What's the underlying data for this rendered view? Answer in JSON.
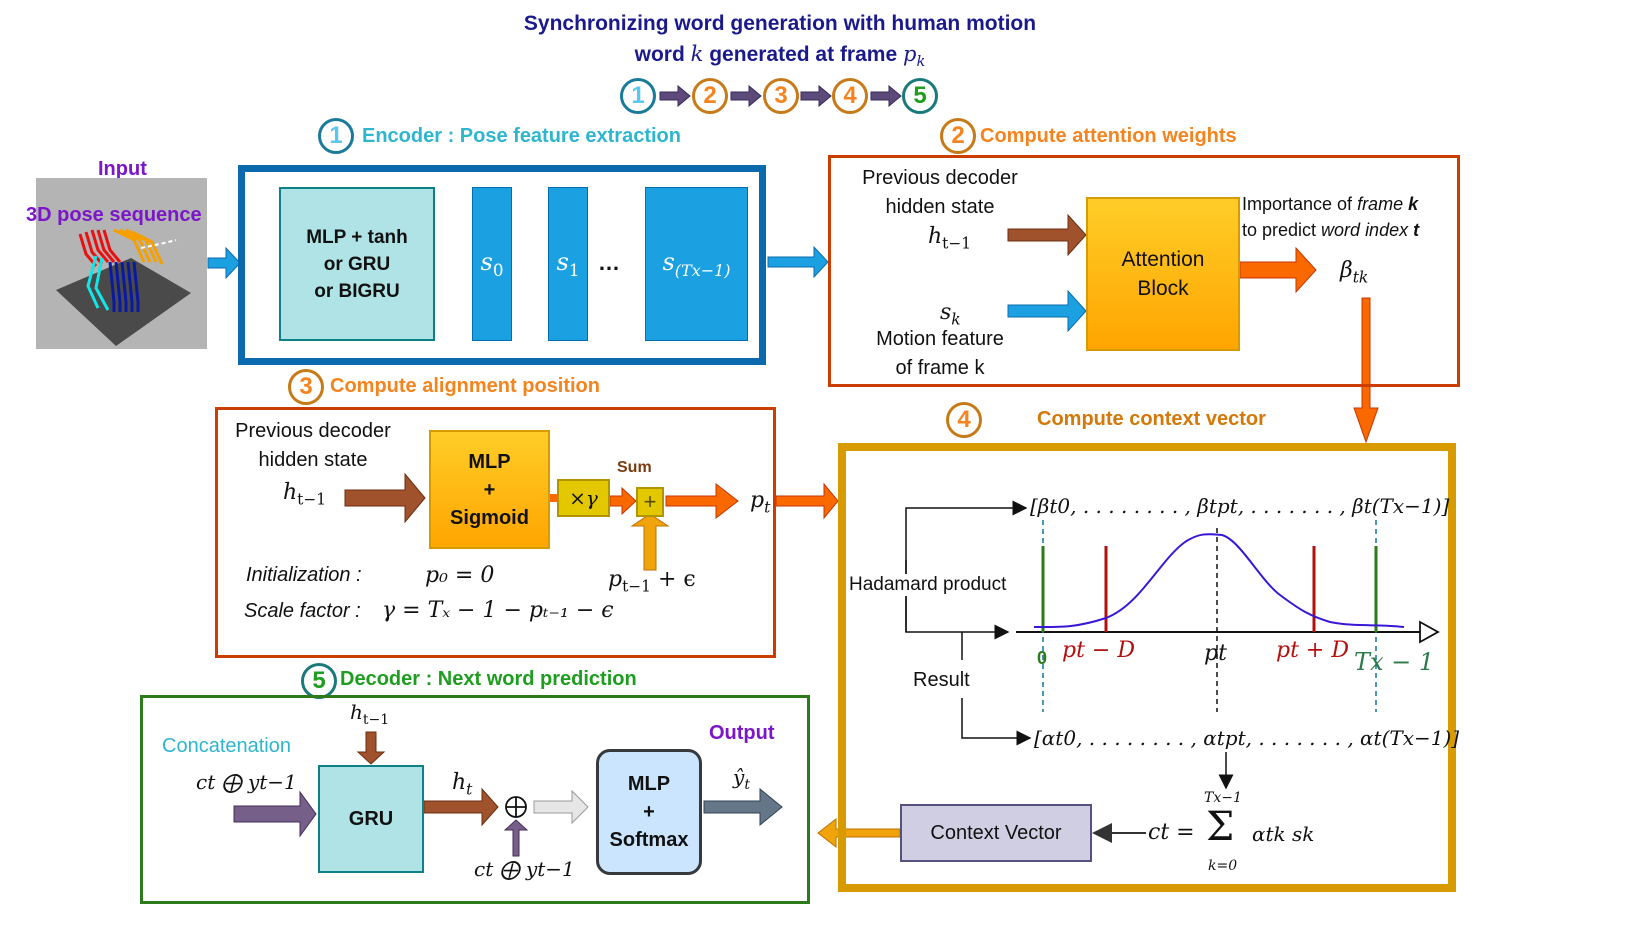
{
  "header": {
    "title_line1": "Synchronizing word generation with human motion",
    "title_line2_prefix": "word",
    "title_line2_var": "k",
    "title_line2_mid": "generated at frame",
    "title_line2_var2": "p",
    "title_line2_var2_sub": "k",
    "steps": [
      "1",
      "2",
      "3",
      "4",
      "5"
    ],
    "colors": {
      "title": "#1a1a8c",
      "arrow": "#5b4a7a"
    }
  },
  "input": {
    "label": "Input",
    "sublabel": "3D pose sequence",
    "color": "#7b16c9"
  },
  "encoder": {
    "step": "1",
    "title": "Encoder : Pose feature extraction",
    "block_lines": [
      "MLP + tanh",
      "or GRU",
      "or BIGRU"
    ],
    "features": [
      {
        "base": "s",
        "sub": "0"
      },
      {
        "base": "s",
        "sub": "1"
      },
      {
        "base": "s",
        "sub": "(Tx−1)"
      }
    ],
    "ellipsis": "…",
    "colors": {
      "frame": "#0b6aad",
      "title": "#2eb6cf",
      "block": "#b0e3e6",
      "feature": "#1ba1e2"
    }
  },
  "attention": {
    "step": "2",
    "title": "Compute attention weights",
    "prev_label": [
      "Previous decoder",
      "hidden state"
    ],
    "h_prev": "h",
    "h_prev_sub": "t−1",
    "s_k": "s",
    "s_k_sub": "k",
    "motion_label": [
      "Motion feature",
      "of frame k"
    ],
    "block_lines": [
      "Attention",
      "Block"
    ],
    "importance_line1_a": "Importance of ",
    "importance_line1_b": "frame ",
    "importance_line1_c": "k",
    "importance_line2_a": "to predict ",
    "importance_line2_b": "word index ",
    "importance_line2_c": "t",
    "beta": "β",
    "beta_sub": "tk",
    "colors": {
      "frame": "#cc3d00",
      "title": "#f5841f",
      "block": "#ffb61e"
    }
  },
  "alignment": {
    "step": "3",
    "title": "Compute alignment position",
    "prev_label": [
      "Previous decoder",
      "hidden state"
    ],
    "h_prev": "h",
    "h_prev_sub": "t−1",
    "block_lines": [
      "MLP",
      "+",
      "Sigmoid"
    ],
    "scale_box": "×γ",
    "sum_label": "Sum",
    "plus": "+",
    "p_t": "p",
    "p_t_sub": "t",
    "p_prev": "p",
    "p_prev_sub": "t−1",
    "p_prev_suffix": " + ϵ",
    "init_label": "Initialization :",
    "init_formula": "p₀ = 0",
    "scale_label": "Scale factor :",
    "scale_formula": "γ = Tₓ − 1 − pₜ₋₁ − ϵ",
    "colors": {
      "frame": "#cc3d00",
      "title": "#f5841f",
      "sum": "#7a3b10",
      "scale_box": "#e3c800"
    }
  },
  "context": {
    "step": "4",
    "title": "Compute context vector",
    "beta_vector": "[βt0, . . . . . . . . , βtpt, . . . . . . . , βt(Tx−1)]",
    "hadamard_label": "Hadamard product",
    "result_label": "Result",
    "alpha_vector": "[αt0, . . . . . . . . , αtpt, . . . . . . . , αt(Tx−1)]",
    "axis_labels": {
      "zero": "0",
      "left": "pt − D",
      "center": "pt",
      "right": "pt + D",
      "end": "Tx − 1"
    },
    "context_box": "Context Vector",
    "formula_lhs": "ct =",
    "formula_sum": "Σ",
    "formula_upper": "Tx−1",
    "formula_lower": "k=0",
    "formula_rhs": "αtk sk",
    "colors": {
      "frame": "#d79b00",
      "title": "#d4780a",
      "curve": "#3a16d6",
      "green": "#2d7a1a",
      "red": "#b30f0f",
      "context_box": "#d0cee2"
    }
  },
  "decoder": {
    "step": "5",
    "title": "Decoder : Next word prediction",
    "concat_label": "Concatenation",
    "input_formula": "ct ⨁ yt−1",
    "h_prev": "h",
    "h_prev_sub": "t−1",
    "gru": "GRU",
    "h_t": "h",
    "h_t_sub": "t",
    "oplus": "⊕",
    "concat_formula": "ct ⨁ yt−1",
    "output_label": "Output",
    "y_hat": "ŷ",
    "y_hat_sub": "t",
    "block_lines": [
      "MLP",
      "+",
      "Softmax"
    ],
    "colors": {
      "frame": "#2d7a1a",
      "title": "#1e9e1e",
      "gru": "#b0e3e6",
      "softmax": "#cce5ff",
      "concat": "#2eb6cf",
      "output": "#7b16c9"
    }
  }
}
